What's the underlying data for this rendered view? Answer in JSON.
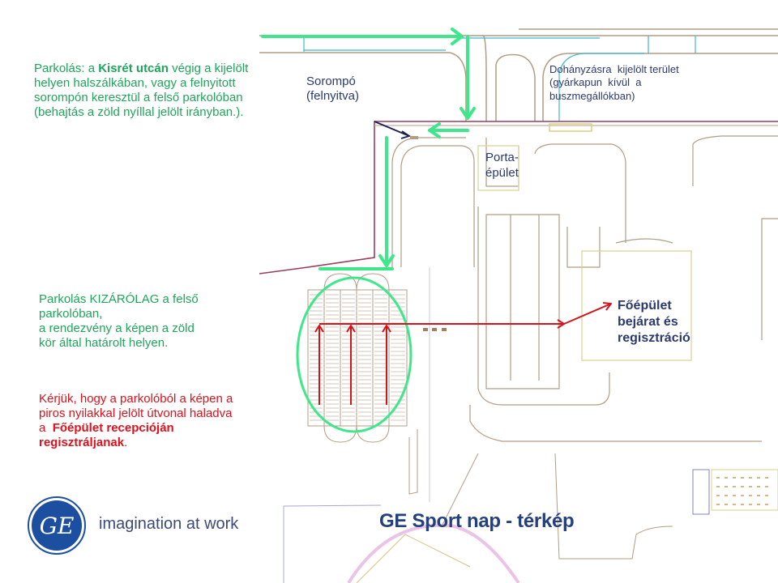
{
  "slide": {
    "title": "GE Sport nap - térkép"
  },
  "brand": {
    "logo_text": "GE",
    "logo_icon": "ge-monogram-icon",
    "tagline": "imagination at work",
    "color": "#1d4fa0"
  },
  "notes": {
    "parking_street": {
      "parts": [
        {
          "text": "Parkolás: a ",
          "bold": false
        },
        {
          "text": "Kisrét utcán",
          "bold": true
        },
        {
          "text": " végig a kijelölt helyen halszálkában, vagy a felnyitott sorompón keresztül a felső parkolóban (behajtás a zöld nyíllal jelölt irányban.).",
          "bold": false
        }
      ],
      "color": "#1fa55a"
    },
    "parking_only": {
      "lines": [
        "Parkolás KIZÁRÓLAG a felső",
        "parkolóban,",
        "a rendezvény a képen a zöld",
        "kör által határolt helyen."
      ],
      "color": "#1fa55a"
    },
    "registration": {
      "line1": "Kérjük, hogy a parkolóból a képen a",
      "line2": "piros nyilakkal  jelölt útvonal haladva",
      "line3_prefix": "a  ",
      "line3_bold": "Főépület recepcióján",
      "line4_bold": "regisztráljanak",
      "line4_suffix": ".",
      "color": "#e0101c"
    }
  },
  "map_labels": {
    "barrier": [
      "Sorompó",
      "(felnyitva)"
    ],
    "smoking": [
      "Dohányzásra  kijelölt terület",
      "(gyárkapun  kívül  a",
      "buszmegállókban)"
    ],
    "gatehouse": [
      "Porta-",
      "épület"
    ],
    "main_building": [
      "Főépület",
      "bejárat és",
      "regisztráció"
    ]
  },
  "colors": {
    "green_route": "#3ee88a",
    "red_route": "#d4141c",
    "road": "#b49c84",
    "boundary": "#9c3c5c",
    "label_navy": "#2b3a6e",
    "track": "#d68ad0",
    "water": "#3cb8d0"
  }
}
